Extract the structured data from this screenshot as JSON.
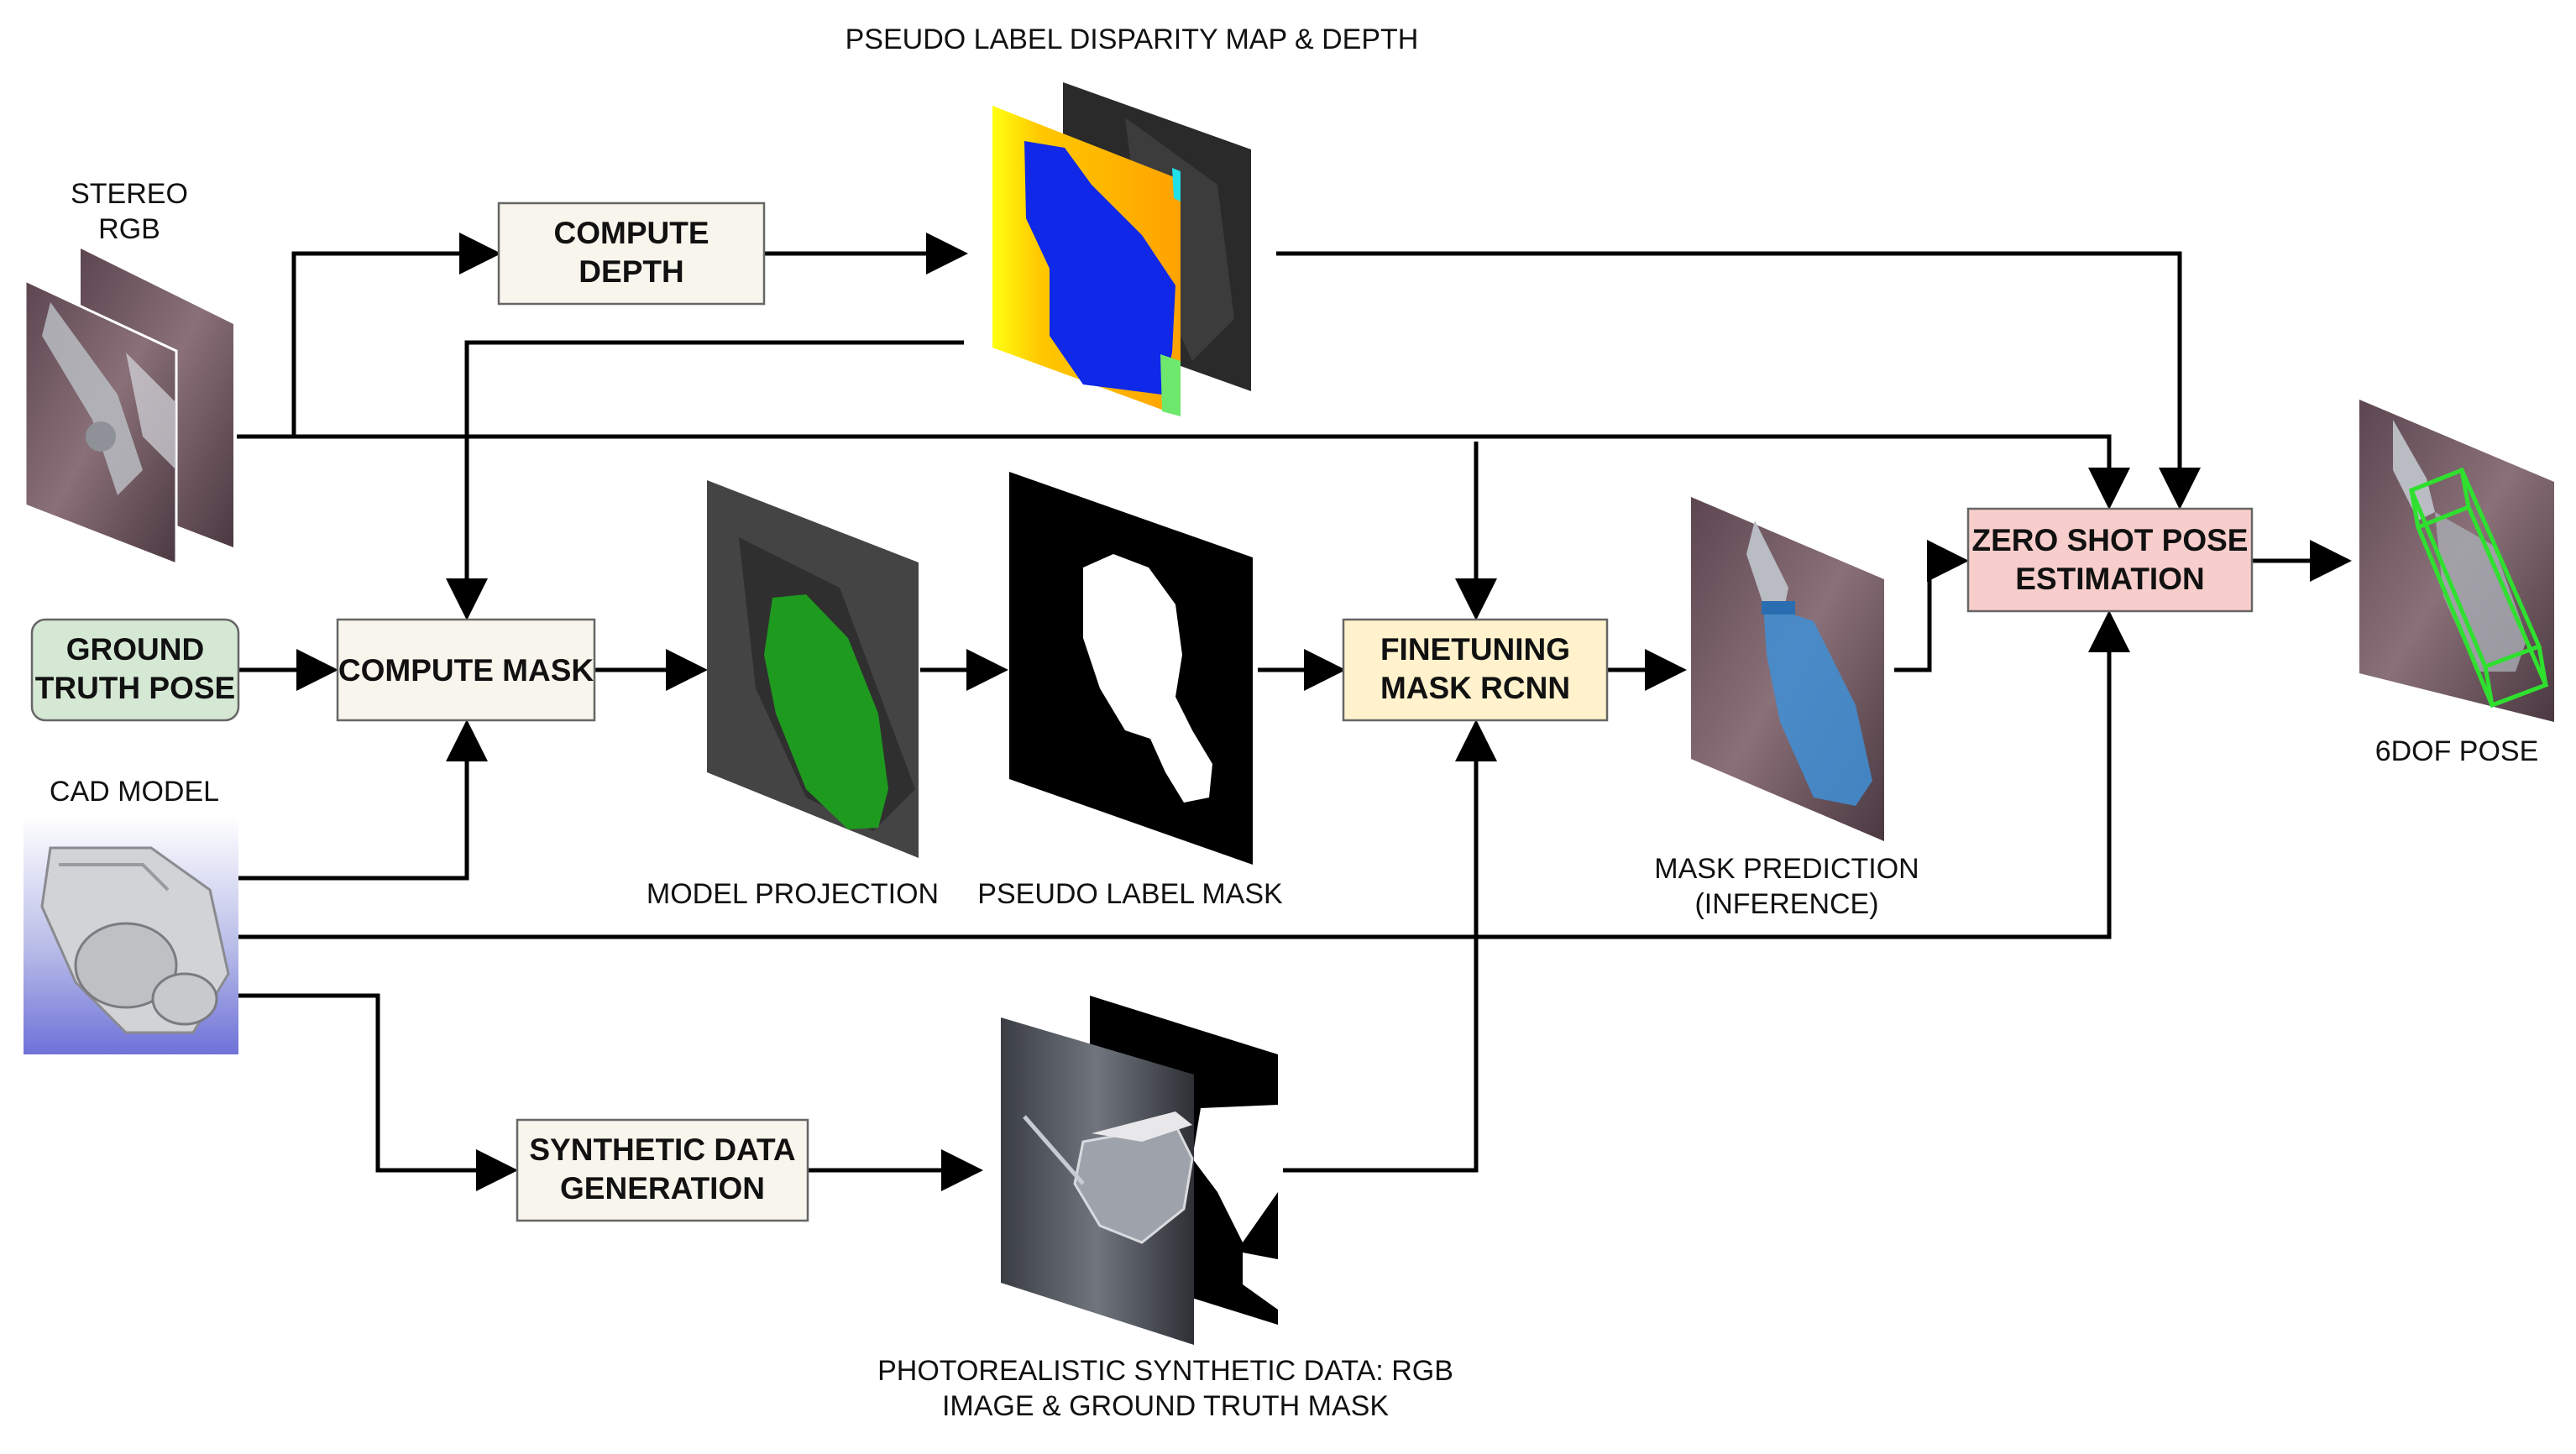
{
  "labels": {
    "stereo_rgb": [
      "STEREO",
      "RGB"
    ],
    "pseudo_label_disparity": "PSEUDO LABEL DISPARITY MAP & DEPTH",
    "cad_model": "CAD MODEL",
    "model_projection": "MODEL PROJECTION",
    "pseudo_label_mask": "PSEUDO LABEL MASK",
    "mask_prediction": [
      "MASK PREDICTION",
      "(INFERENCE)"
    ],
    "photorealistic": [
      "PHOTOREALISTIC SYNTHETIC DATA: RGB",
      "IMAGE & GROUND TRUTH MASK"
    ],
    "six_dof_pose": "6DOF POSE"
  },
  "boxes": {
    "compute_depth": [
      "COMPUTE",
      "DEPTH"
    ],
    "ground_truth_pose": [
      "GROUND",
      "TRUTH POSE"
    ],
    "compute_mask": "COMPUTE MASK",
    "finetuning": [
      "FINETUNING",
      "MASK RCNN"
    ],
    "zero_shot": [
      "ZERO SHOT POSE",
      "ESTIMATION"
    ],
    "synthetic": [
      "SYNTHETIC DATA",
      "GENERATION"
    ]
  },
  "colors": {
    "process_box": "#f7f5ec",
    "ground_truth_box": "#d5e8d4",
    "finetuning_box": "#fff2cc",
    "zero_shot_box": "#f8cecc",
    "connector": "#000000"
  }
}
